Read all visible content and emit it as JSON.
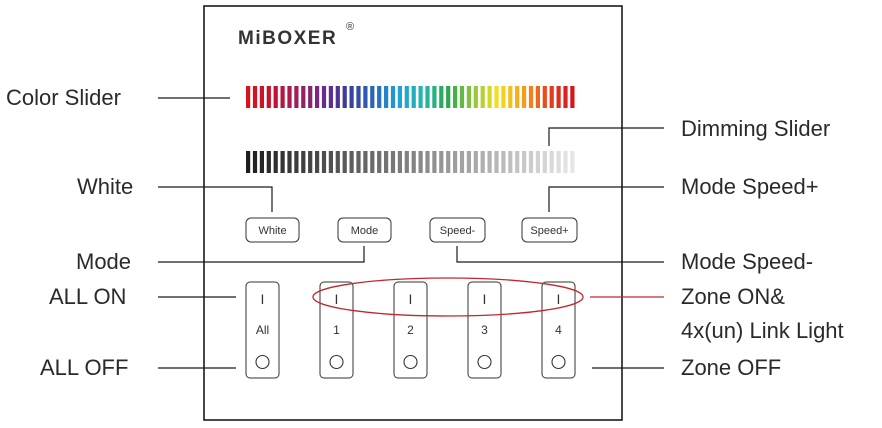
{
  "brand": {
    "logo_text": "MiBOXER",
    "registered_mark": "®"
  },
  "callouts": {
    "color_slider": "Color Slider",
    "dimming_slider": "Dimming Slider",
    "white": "White",
    "mode_speed_plus": "Mode Speed+",
    "mode": "Mode",
    "mode_speed_minus": "Mode Speed-",
    "all_on": "ALL ON",
    "zone_on_line1": "Zone ON&",
    "zone_on_line2": "4x(un) Link Light",
    "all_off": "ALL OFF",
    "zone_off": "Zone OFF"
  },
  "buttons": {
    "white": "White",
    "mode": "Mode",
    "speed_minus": "Speed-",
    "speed_plus": "Speed+"
  },
  "zones": [
    {
      "label": "All",
      "on_symbol": "I"
    },
    {
      "label": "1",
      "on_symbol": "I"
    },
    {
      "label": "2",
      "on_symbol": "I"
    },
    {
      "label": "3",
      "on_symbol": "I"
    },
    {
      "label": "4",
      "on_symbol": "I"
    }
  ],
  "colors": {
    "panel_border": "#1a1a1a",
    "highlight_ellipse": "#c0282d",
    "color_slider_stops": [
      "#d7141e",
      "#c8102e",
      "#a01e5a",
      "#6a2a8c",
      "#3a3c9c",
      "#2a64b8",
      "#1fa0d8",
      "#22b8b0",
      "#2aa84a",
      "#8cc63f",
      "#f4e01c",
      "#f7a21c",
      "#e8421e",
      "#d7141e"
    ],
    "dimming_slider_dark": "#1e1e1e",
    "dimming_slider_light": "#e6e6e6"
  }
}
